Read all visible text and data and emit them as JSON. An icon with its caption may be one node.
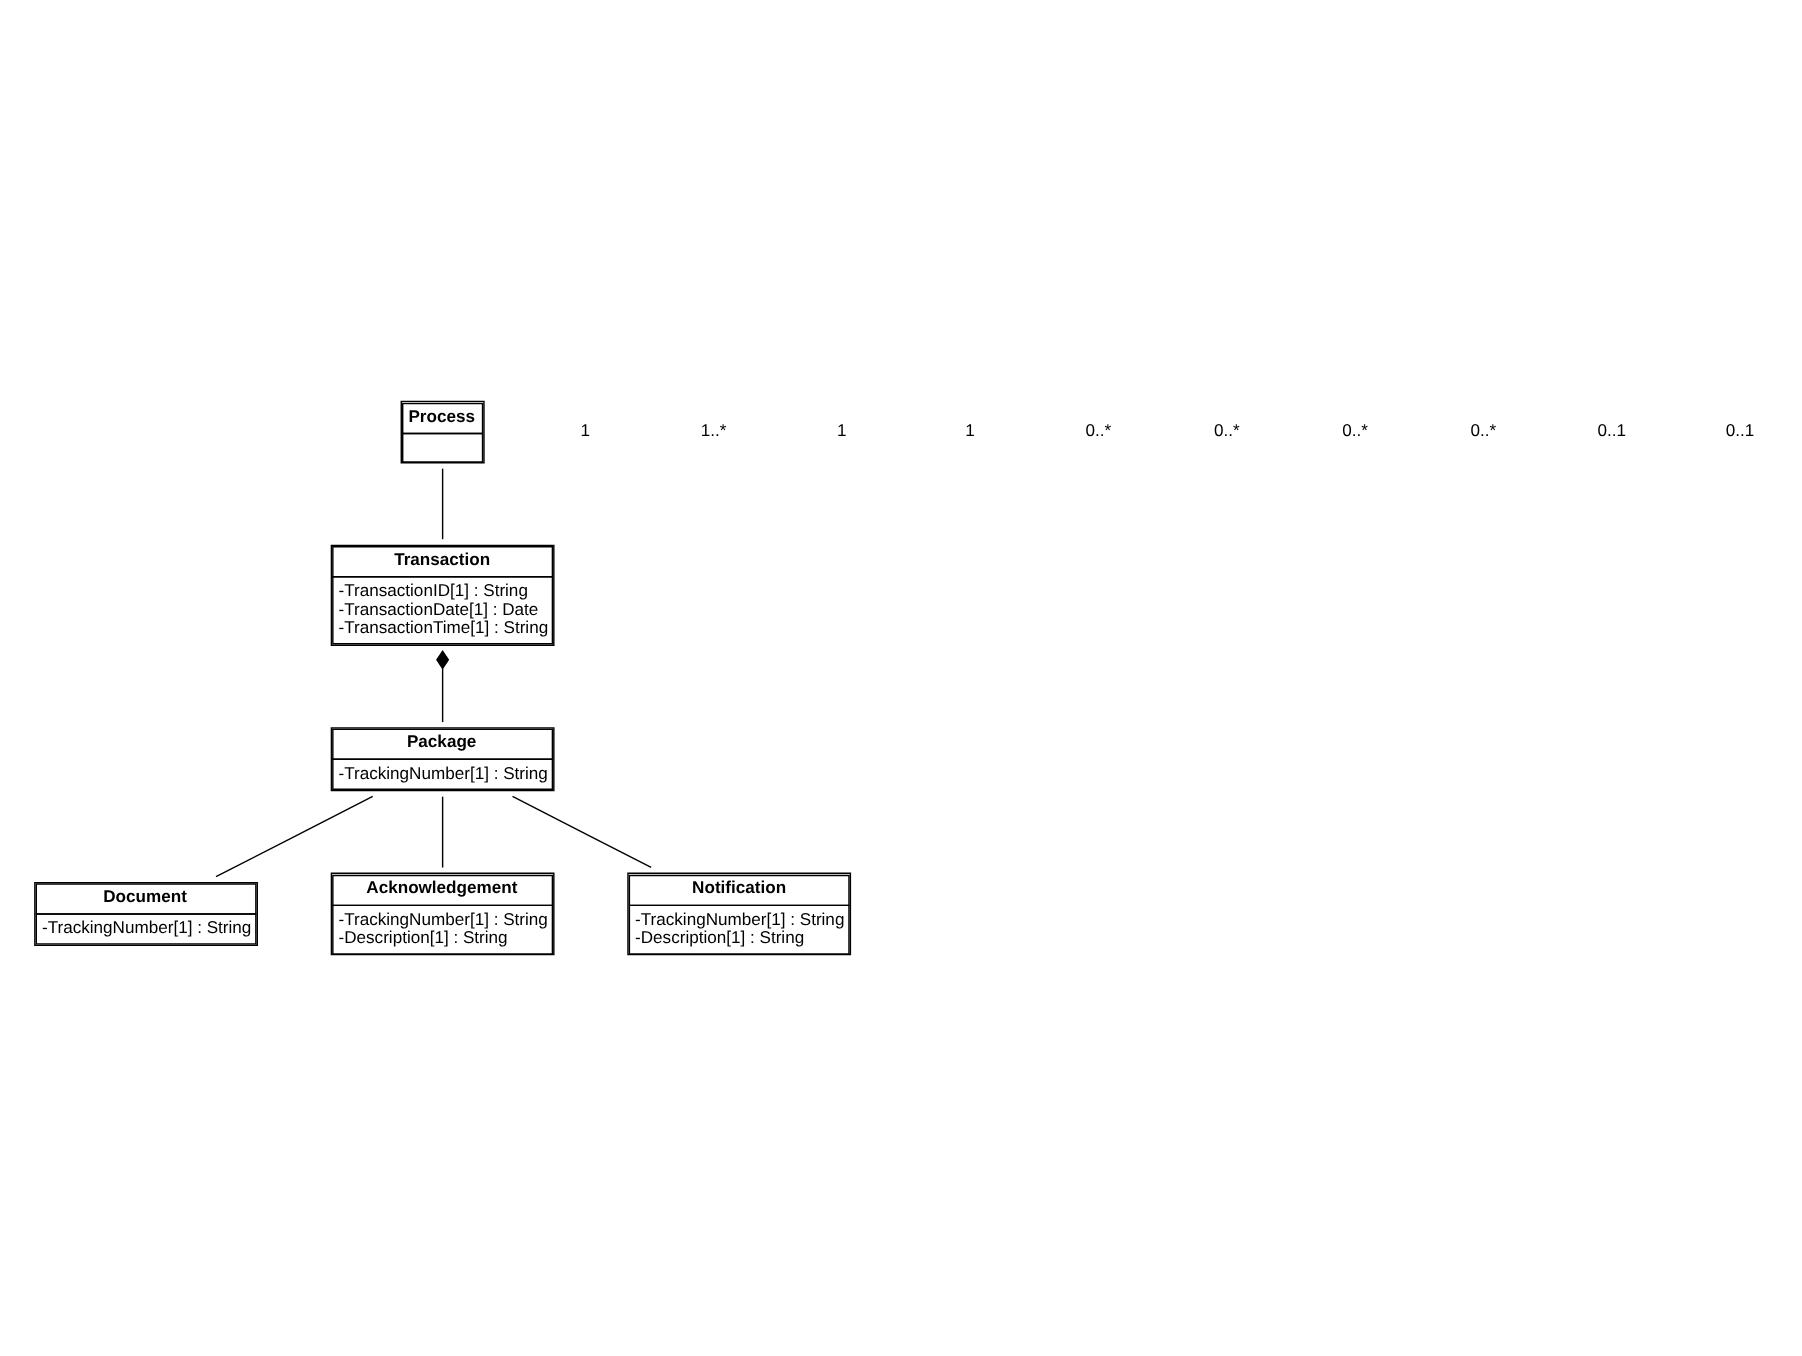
{
  "diagram": {
    "nodes": [
      {
        "text": [
          "Process"
        ]
      },
      {
        "text": [
          "Transaction",
          "-TransactionID[1] : String",
          "-TransactionDate[1] : Date",
          "-TransactionTime[1] : String"
        ]
      },
      {
        "text": [
          "Package",
          "-TrackingNumber[1] : String"
        ]
      },
      {
        "text": [
          "Document",
          "-TrackingNumber[1] : String"
        ]
      },
      {
        "text": [
          "Acknowledgement",
          "-TrackingNumber[1] : String",
          "-Description[1] : String"
        ]
      },
      {
        "text": [
          "Notification",
          "-TrackingNumber[1] : String",
          "-Description[1] : String"
        ]
      }
    ],
    "edges": [
      {
        "from": 0,
        "to": 1,
        "arrow": "none"
      },
      {
        "from": 1,
        "to": 2,
        "arrow": "other"
      },
      {
        "from": 2,
        "to": 3,
        "arrow": "none"
      },
      {
        "from": 2,
        "to": 4,
        "arrow": "none"
      },
      {
        "from": 2,
        "to": 5,
        "arrow": "none"
      }
    ],
    "labels": [
      "1",
      "1..*",
      "1",
      "1",
      "0..*",
      "0..*",
      "0..*",
      "0..*",
      "0..1",
      "0..1"
    ]
  }
}
